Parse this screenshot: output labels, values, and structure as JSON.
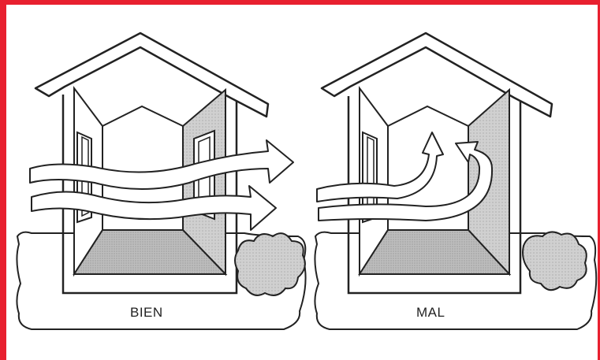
{
  "panels": [
    {
      "id": "good",
      "label": "BIEN"
    },
    {
      "id": "bad",
      "label": "MAL"
    }
  ],
  "colors": {
    "border": "#e8202f",
    "ink": "#222222",
    "wall_shade": "#c9c9c9",
    "floor_shade": "#bdbdbd"
  },
  "icons": [
    "house-icon",
    "airflow-arrow-icon",
    "shrub-icon"
  ]
}
